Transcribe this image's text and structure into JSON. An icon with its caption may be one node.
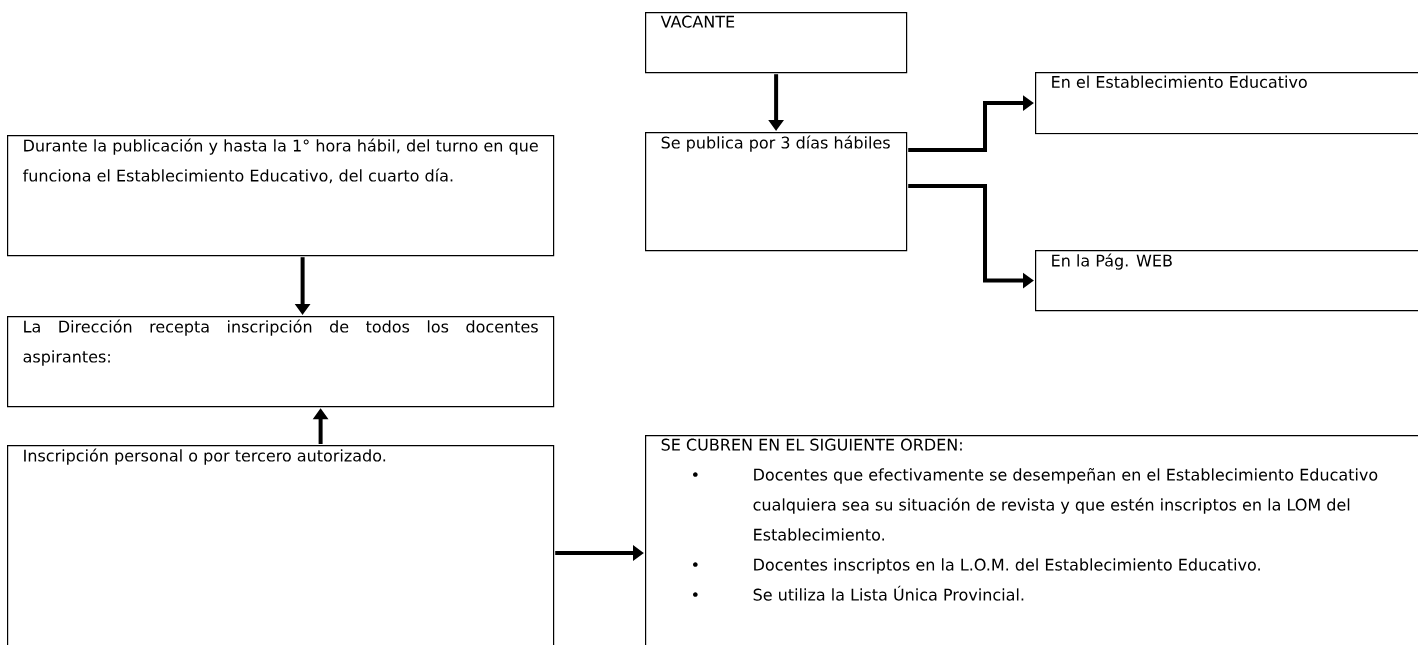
{
  "diagram": {
    "nodes": [
      {
        "text": [
          "VACANTE"
        ]
      },
      {
        "text": [
          "Se publica por 3 días hábiles"
        ]
      },
      {
        "text": [
          "En el Establecimiento Educativo"
        ]
      },
      {
        "text": [
          "En la Pág. WEB"
        ]
      },
      {
        "text": [
          "Durante la publicación y hasta la 1° hora hábil, del turno en que funciona el Establecimiento Educativo, del cuarto día."
        ]
      },
      {
        "text": [
          "La Dirección recepta inscripción de todos los docentes aspirantes:"
        ]
      },
      {
        "text": [
          "Inscripción personal o por tercero autorizado."
        ]
      },
      {
        "text": [
          "SE CUBREN EN EL SIGUIENTE ORDEN:",
          "Docentes que efectivamente se desempeñan en el Establecimiento Educativo cualquiera sea su situación de revista y que estén inscriptos en la LOM del Establecimiento.",
          "Docentes inscriptos en la L.O.M. del Establecimiento Educativo.",
          "Se utiliza la Lista Única Provincial."
        ]
      }
    ],
    "edges": [
      {
        "from": 0,
        "to": 1,
        "arrow": "to"
      },
      {
        "from": 1,
        "to": 2,
        "arrow": "to"
      },
      {
        "from": 1,
        "to": 3,
        "arrow": "to"
      },
      {
        "from": 4,
        "to": 5,
        "arrow": "to"
      },
      {
        "from": 6,
        "to": 5,
        "arrow": "to"
      },
      {
        "from": 6,
        "to": 7,
        "arrow": "to"
      }
    ],
    "labels": [
      "•",
      "•",
      "•"
    ]
  }
}
